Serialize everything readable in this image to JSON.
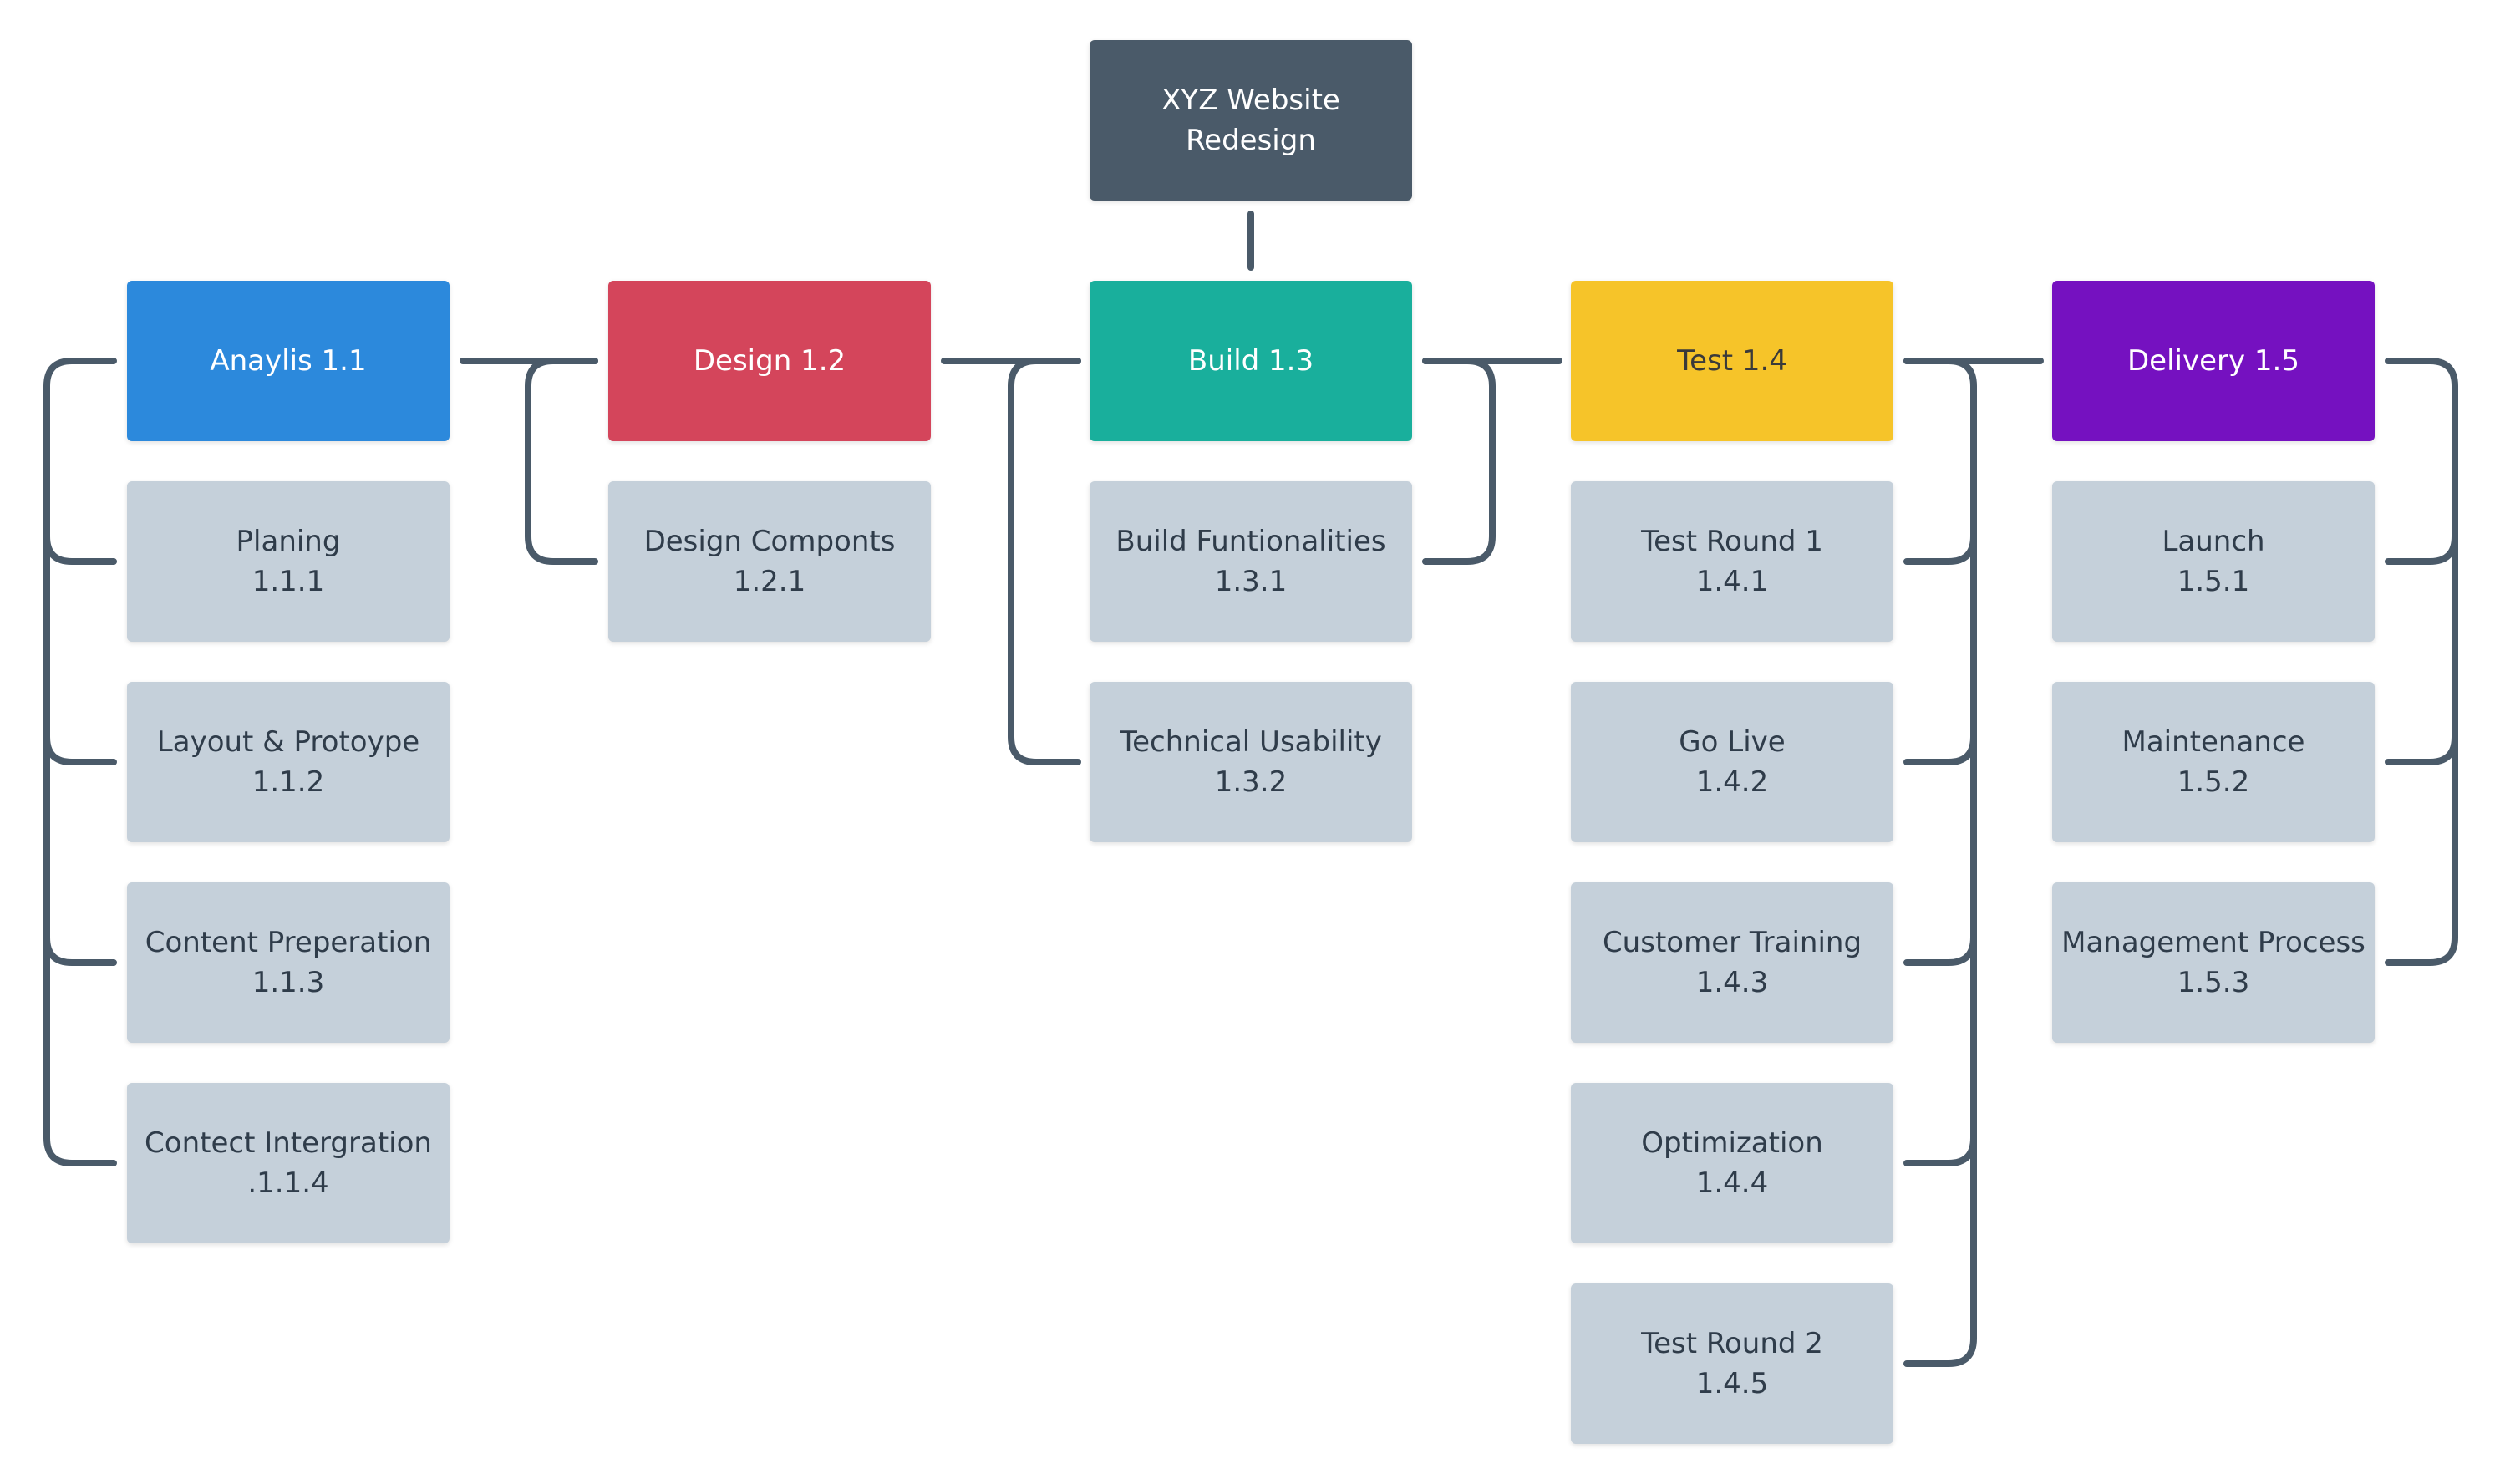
{
  "root": {
    "line1": "XYZ Website",
    "line2": "Redesign",
    "color": "#4a5a69"
  },
  "phases": [
    {
      "label": "Anaylis 1.1",
      "color": "#2c89dc",
      "tasks": [
        {
          "name": "Planing",
          "code": "1.1.1"
        },
        {
          "name": "Layout & Protoype",
          "code": "1.1.2"
        },
        {
          "name": "Content Preperation",
          "code": "1.1.3"
        },
        {
          "name": "Contect Intergration",
          "code": ".1.1.4"
        }
      ]
    },
    {
      "label": "Design 1.2",
      "color": "#d4455b",
      "tasks": [
        {
          "name": "Design Componts",
          "code": "1.2.1"
        }
      ]
    },
    {
      "label": "Build 1.3",
      "color": "#19af9c",
      "tasks": [
        {
          "name": "Build Funtionalities",
          "code": "1.3.1"
        },
        {
          "name": "Technical Usability",
          "code": "1.3.2"
        }
      ]
    },
    {
      "label": "Test 1.4",
      "color": "#f6c429",
      "tasks": [
        {
          "name": "Test Round 1",
          "code": "1.4.1"
        },
        {
          "name": "Go Live",
          "code": "1.4.2"
        },
        {
          "name": "Customer Training",
          "code": "1.4.3"
        },
        {
          "name": "Optimization",
          "code": "1.4.4"
        },
        {
          "name": "Test Round 2",
          "code": "1.4.5"
        }
      ]
    },
    {
      "label": "Delivery 1.5",
      "color": "#7511c0",
      "tasks": [
        {
          "name": "Launch",
          "code": "1.5.1"
        },
        {
          "name": "Maintenance",
          "code": "1.5.2"
        },
        {
          "name": "Management Process",
          "code": "1.5.3"
        }
      ]
    }
  ],
  "colors": {
    "connector": "#4a5a69",
    "task_fill": "#c5d0da",
    "task_text": "#2f3c4a"
  }
}
